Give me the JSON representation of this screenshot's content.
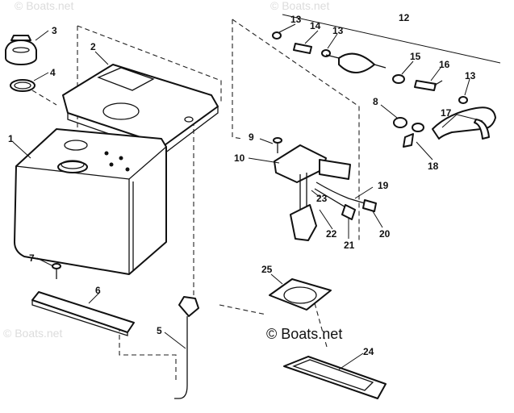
{
  "watermarks": [
    "© Boats.net",
    "© Boats.net",
    "© Boats.net"
  ],
  "copyright": "© Boats.net",
  "callouts": {
    "p1": "1",
    "p2": "2",
    "p3": "3",
    "p4": "4",
    "p5": "5",
    "p6": "6",
    "p7": "7",
    "p8": "8",
    "p9": "9",
    "p10": "10",
    "p12": "12",
    "p13a": "13",
    "p13b": "13",
    "p13c": "13",
    "p14": "14",
    "p15": "15",
    "p16": "16",
    "p17": "17",
    "p18": "18",
    "p19": "19",
    "p20": "20",
    "p21": "21",
    "p22": "22",
    "p23": "23",
    "p24": "24",
    "p25": "25"
  }
}
